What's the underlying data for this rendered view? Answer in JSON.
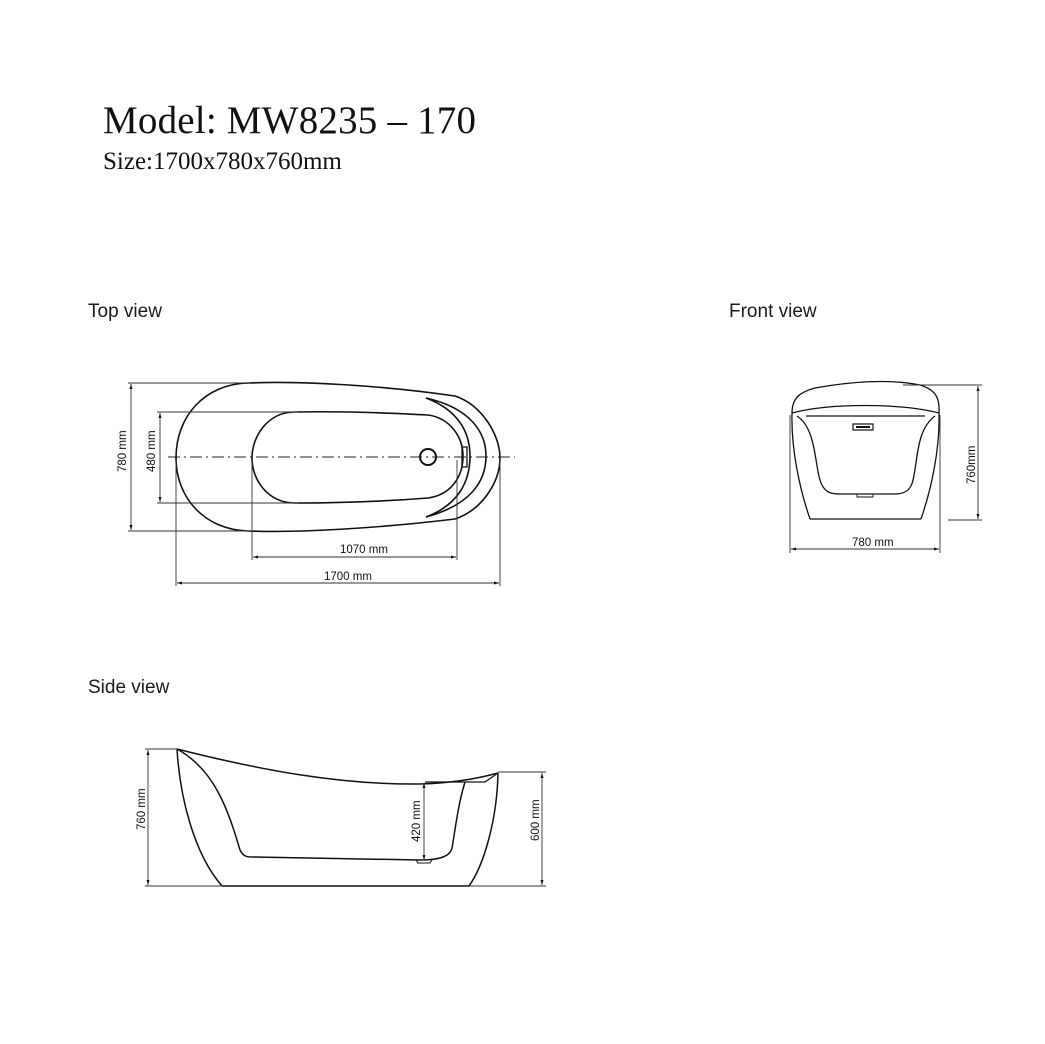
{
  "header": {
    "model_label": "Model: MW8235 – 170",
    "size_label": "Size:1700x780x760mm"
  },
  "views": {
    "top": {
      "label": "Top view",
      "dimensions": {
        "overall_width": "780 mm",
        "inner_width": "480 mm",
        "inner_length": "1070 mm",
        "overall_length": "1700 mm"
      }
    },
    "front": {
      "label": "Front view",
      "dimensions": {
        "height": "760mm",
        "width": "780 mm"
      }
    },
    "side": {
      "label": "Side view",
      "dimensions": {
        "overall_height": "760 mm",
        "inner_depth": "420 mm",
        "rim_height": "600 mm"
      }
    }
  },
  "colors": {
    "line": "#111111",
    "dim_line": "#333333",
    "background": "#ffffff"
  }
}
